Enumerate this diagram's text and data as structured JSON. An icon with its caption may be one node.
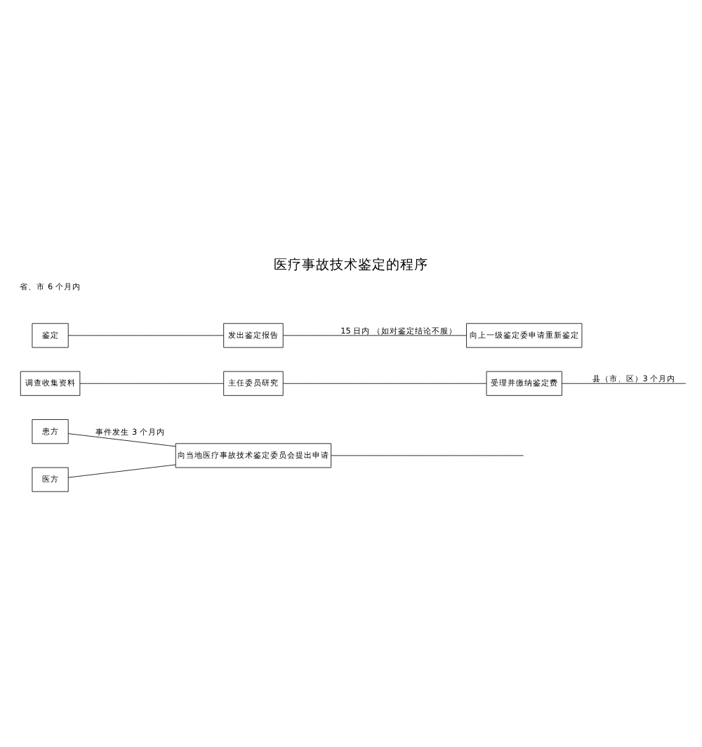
{
  "diagram": {
    "title": "医疗事故技术鉴定的程序",
    "nodes": [
      {
        "text": [
          "患方"
        ]
      },
      {
        "text": [
          "医方"
        ]
      },
      {
        "text": [
          "向当地医疗事故技术鉴定委员会提出申请"
        ]
      },
      {
        "text": [
          "调查收集资料"
        ]
      },
      {
        "text": [
          "主任委员研究"
        ]
      },
      {
        "text": [
          "受理并缴纳鉴定费"
        ]
      },
      {
        "text": [
          "鉴定"
        ]
      },
      {
        "text": [
          "发出鉴定报告"
        ]
      },
      {
        "text": [
          "向上一级鉴定委申请重新鉴定"
        ]
      }
    ],
    "edges": [
      {
        "from": 0,
        "to": 2,
        "arrow": "none",
        "label": "事件发生 3 个月内"
      },
      {
        "from": 1,
        "to": 2,
        "arrow": "none"
      },
      {
        "from": 2,
        "to": null,
        "arrow": "none"
      },
      {
        "from": 3,
        "to": 4,
        "arrow": "none"
      },
      {
        "from": 4,
        "to": 5,
        "arrow": "none"
      },
      {
        "from": 5,
        "to": null,
        "arrow": "none",
        "label": "县（市、区）3 个月内"
      },
      {
        "from": 6,
        "to": 7,
        "arrow": "none"
      },
      {
        "from": 7,
        "to": 8,
        "arrow": "none",
        "label": "15 日内 （如对鉴定结论不服）"
      }
    ],
    "labels": [
      "省、市 6 个月内"
    ]
  }
}
